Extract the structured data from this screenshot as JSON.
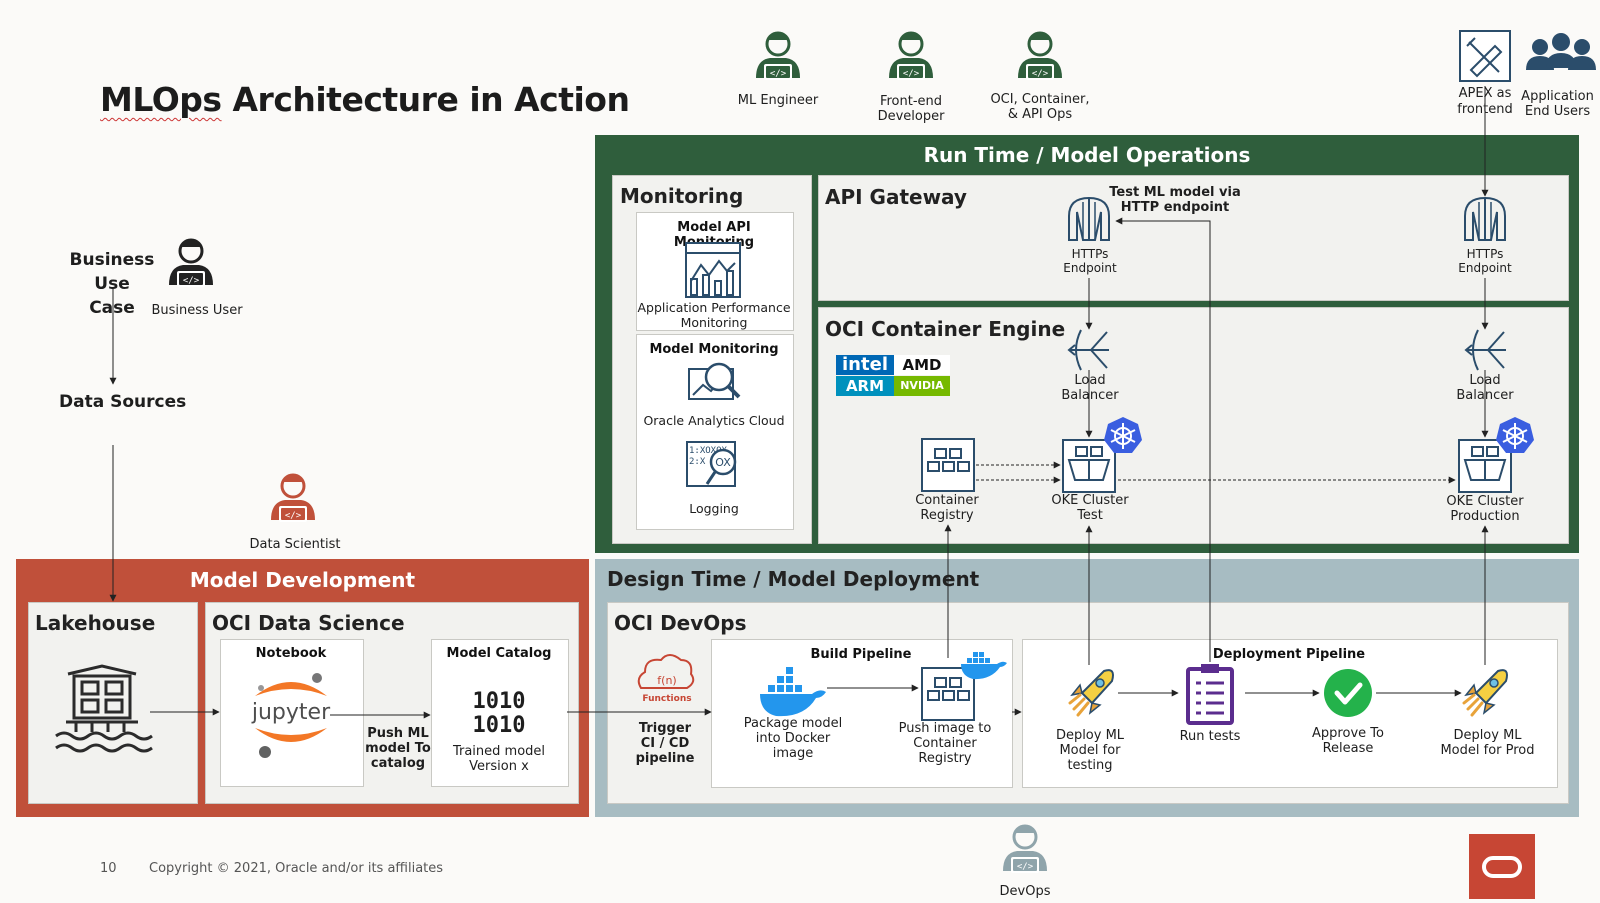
{
  "slide": {
    "title_prefix": "MLOps",
    "title_rest": " Architecture in Action",
    "page_number": "10",
    "copyright": "Copyright © 2021, Oracle and/or its affiliates"
  },
  "personas": {
    "ml_engineer": "ML Engineer",
    "frontend_dev_line1": "Front-end",
    "frontend_dev_line2": "Developer",
    "oci_ops_line1": "OCI, Container,",
    "oci_ops_line2": "& API Ops",
    "apex_line1": "APEX as",
    "apex_line2": "frontend",
    "end_users_line1": "Application",
    "end_users_line2": "End Users",
    "business_user": "Business User",
    "data_scientist": "Data Scientist",
    "devops": "DevOps"
  },
  "left_flow": {
    "business_use_case_line1": "Business Use",
    "business_use_case_line2": "Case",
    "data_sources": "Data Sources"
  },
  "runtime": {
    "band_title": "Run Time / Model Operations",
    "monitoring": {
      "title": "Monitoring",
      "model_api_monitoring": "Model API Monitoring",
      "apm_line1": "Application Performance",
      "apm_line2": "Monitoring",
      "model_monitoring": "Model Monitoring",
      "oac": "Oracle Analytics Cloud",
      "logging": "Logging"
    },
    "api_gateway": {
      "title": "API Gateway",
      "test_note_line1": "Test ML model via",
      "test_note_line2": "HTTP endpoint",
      "endpoint_line1": "HTTPs",
      "endpoint_line2": "Endpoint"
    },
    "oke": {
      "title": "OCI Container Engine",
      "chips": {
        "intel": "intel",
        "amd": "AMD",
        "arm": "ARM",
        "nvidia": "NVIDIA"
      },
      "lb_line1": "Load",
      "lb_line2": "Balancer",
      "registry_line1": "Container",
      "registry_line2": "Registry",
      "test_line1": "OKE Cluster",
      "test_line2": "Test",
      "prod_line1": "OKE Cluster",
      "prod_line2": "Production"
    }
  },
  "model_dev": {
    "band_title": "Model Development",
    "lakehouse": "Lakehouse",
    "oci_data_science": "OCI Data Science",
    "notebook": "Notebook",
    "jupyter": "jupyter",
    "model_catalog": "Model Catalog",
    "binary_line1": "1010",
    "binary_line2": "1010",
    "trained_line1": "Trained model",
    "trained_line2": "Version x",
    "push_line1": "Push ML",
    "push_line2": "model To",
    "push_line3": "catalog"
  },
  "design_time": {
    "band_title": "Design Time / Model Deployment",
    "devops_title": "OCI DevOps",
    "functions_glyph": "f(n)",
    "functions": "Functions",
    "trigger_line1": "Trigger",
    "trigger_line2": "CI / CD",
    "trigger_line3": "pipeline",
    "build_pipeline": "Build Pipeline",
    "package_line1": "Package model",
    "package_line2": "into Docker",
    "package_line3": "image",
    "push_image_line1": "Push image to",
    "push_image_line2": "Container",
    "push_image_line3": "Registry",
    "deployment_pipeline": "Deployment  Pipeline",
    "deploy_test_line1": "Deploy ML",
    "deploy_test_line2": "Model for",
    "deploy_test_line3": "testing",
    "run_tests": "Run tests",
    "approve_line1": "Approve To",
    "approve_line2": "Release",
    "deploy_prod_line1": "Deploy ML",
    "deploy_prod_line2": "Model for Prod"
  },
  "colors": {
    "runtime_green": "#2f5e3c",
    "model_dev_red": "#c0503a",
    "design_gray": "#a7bcc2",
    "oracle_red": "#c74634"
  }
}
